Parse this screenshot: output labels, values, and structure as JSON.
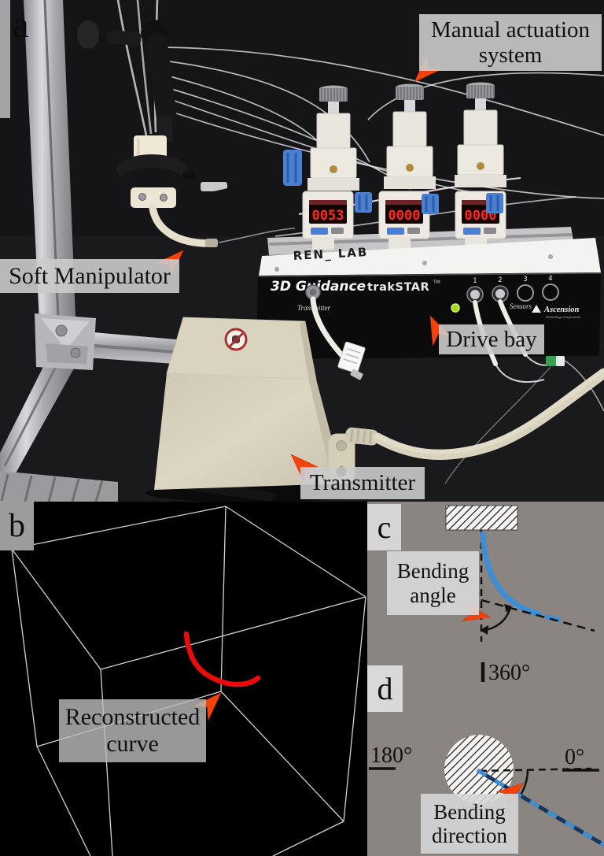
{
  "panel_a": {
    "letter": "a",
    "labels": {
      "manual_actuation_line1": "Manual actuation",
      "manual_actuation_line2": "system",
      "soft_manipulator": "Soft Manipulator",
      "drive_bay": "Drive bay",
      "transmitter": "Transmitter"
    },
    "trakstar": {
      "handwriting": "REN_ LAB",
      "brand_bold": "3D Guidance",
      "brand_model": "trakSTAR",
      "trademark": "TM",
      "port_label_transmitter": "Transmitter",
      "port_label_sensors": "Sensors",
      "port_numbers": [
        "1",
        "2",
        "3",
        "4"
      ],
      "logo_name": "Ascension",
      "logo_sub": "Technology Corporation"
    },
    "gauges": {
      "displays": [
        "0053",
        "0000",
        "0000"
      ]
    }
  },
  "panel_b": {
    "letter": "b",
    "label_line1": "Reconstructed",
    "label_line2": "curve"
  },
  "panel_c": {
    "letter": "c",
    "label_line1": "Bending",
    "label_line2": "angle",
    "tick_360": "360°"
  },
  "panel_d": {
    "letter": "d",
    "label_line1": "Bending",
    "label_line2": "direction",
    "tick_180": "180°",
    "tick_0": "0°"
  },
  "colors": {
    "arrow_orange": "#f2420d",
    "diagram_bg": "#8a8580",
    "bend_curve_blue": "#3e8ed6",
    "reconstructed_curve_red": "#ea0b0b",
    "label_box_gray": "#cbcbcb",
    "display_digits_red": "#ff2a1a",
    "led_green": "#9fdc20"
  }
}
